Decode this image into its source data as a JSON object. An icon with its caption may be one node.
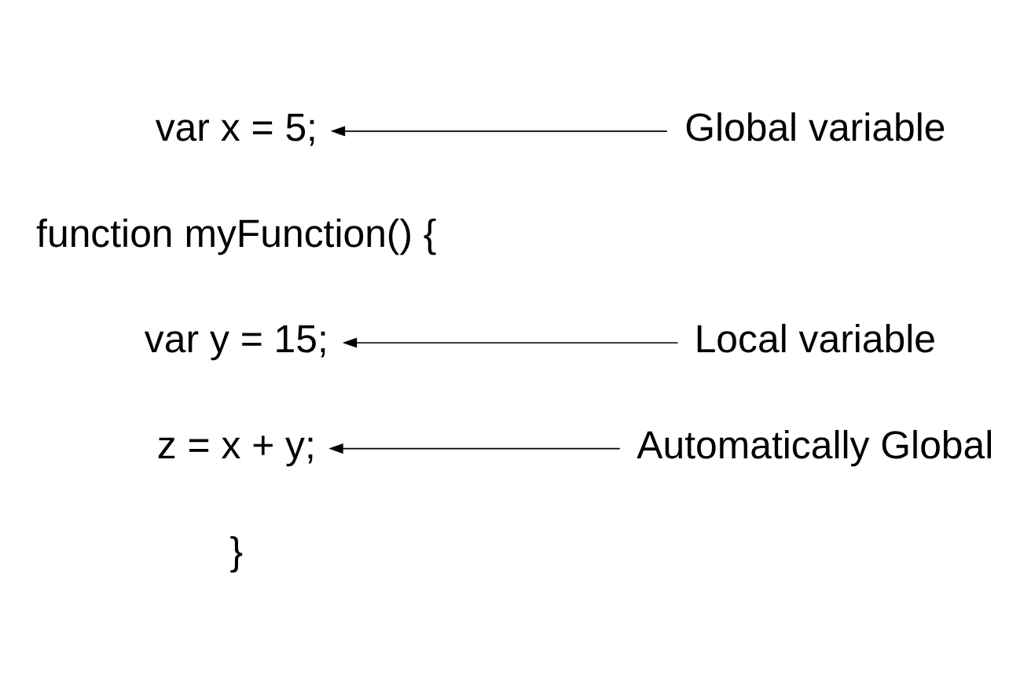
{
  "diagram": {
    "nodes": [
      {
        "text": [
          "var x = 5;"
        ]
      },
      {
        "text": [
          "Global variable"
        ]
      },
      {
        "text": [
          "var y = 15;"
        ]
      },
      {
        "text": [
          "Local variable"
        ]
      },
      {
        "text": [
          "z = x + y;"
        ]
      },
      {
        "text": [
          "Automatically Global"
        ]
      }
    ],
    "edges": [
      {
        "from": 1,
        "to": 0,
        "arrow": "to"
      },
      {
        "from": 3,
        "to": 2,
        "arrow": "to"
      },
      {
        "from": 5,
        "to": 4,
        "arrow": "to"
      }
    ],
    "labels": [
      "function myFunction() {",
      "}"
    ]
  }
}
